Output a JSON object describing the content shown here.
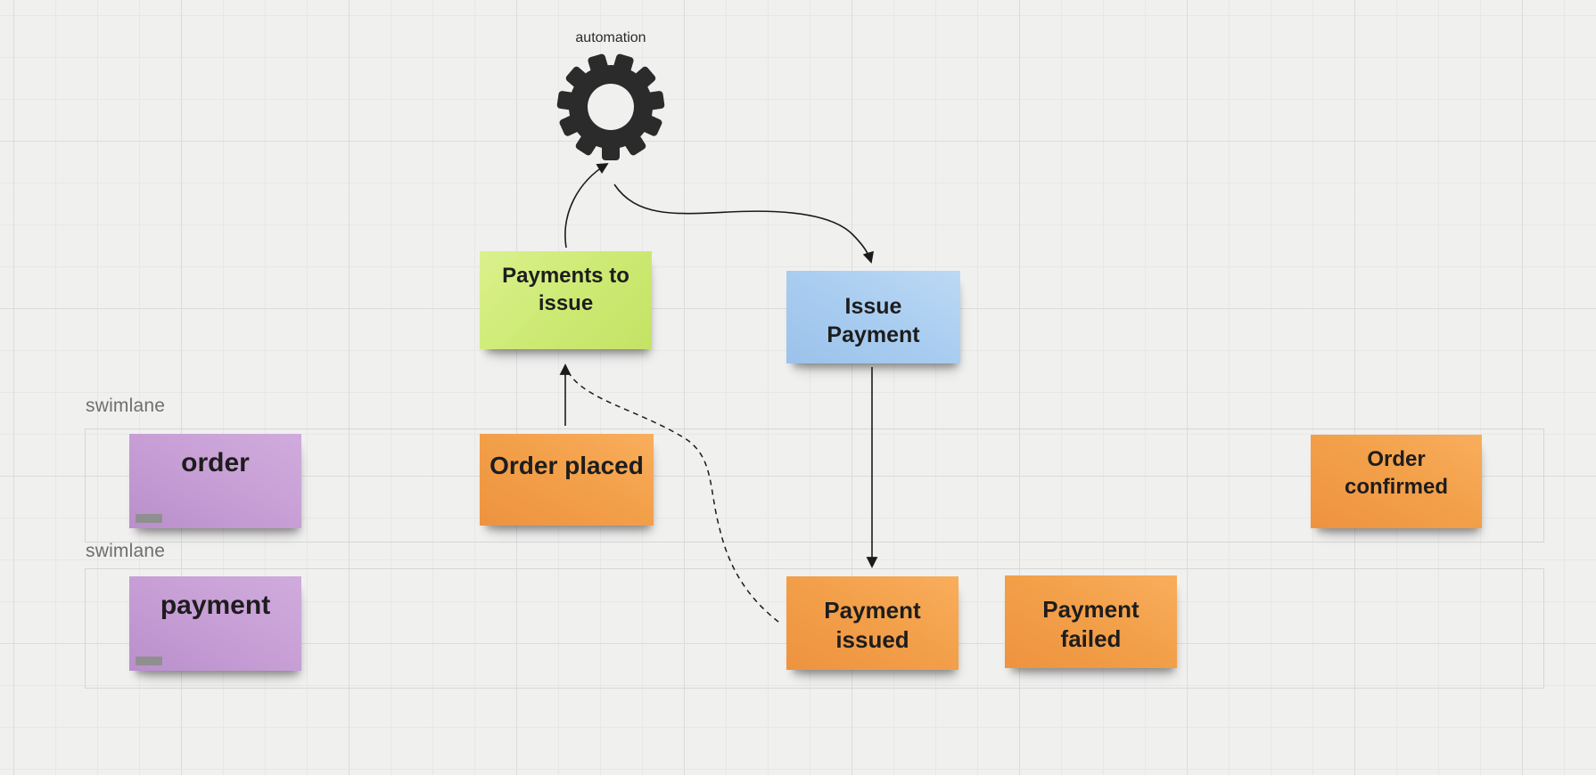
{
  "board": {
    "automation": {
      "label": "automation"
    },
    "swimlanes": [
      {
        "label": "swimlane"
      },
      {
        "label": "swimlane"
      }
    ],
    "notes": {
      "payments_to_issue": {
        "text": "Payments to issue",
        "color": "#cdea74"
      },
      "issue_payment": {
        "text": "Issue Payment",
        "color": "#a9cdf0"
      },
      "order": {
        "text": "order",
        "color": "#c8a0d6"
      },
      "order_placed": {
        "text": "Order placed",
        "color": "#f3a04a"
      },
      "order_confirmed": {
        "text": "Order confirmed",
        "color": "#f3a04a"
      },
      "payment": {
        "text": "payment",
        "color": "#c8a0d6"
      },
      "payment_issued": {
        "text": "Payment issued",
        "color": "#f3a04a"
      },
      "payment_failed": {
        "text": "Payment failed",
        "color": "#f3a04a"
      }
    },
    "colors": {
      "background": "#f0f0ef",
      "grid_minor": "#e7e7e6",
      "grid_major": "#dcdcdb",
      "lane_border": "#d6d6d4",
      "lane_label": "#6f6f6f",
      "note_text": "#1d1d1d",
      "connector": "#1b1b1b",
      "gear": "#2b2b2b",
      "note_tag": "#8f8f8f"
    }
  }
}
